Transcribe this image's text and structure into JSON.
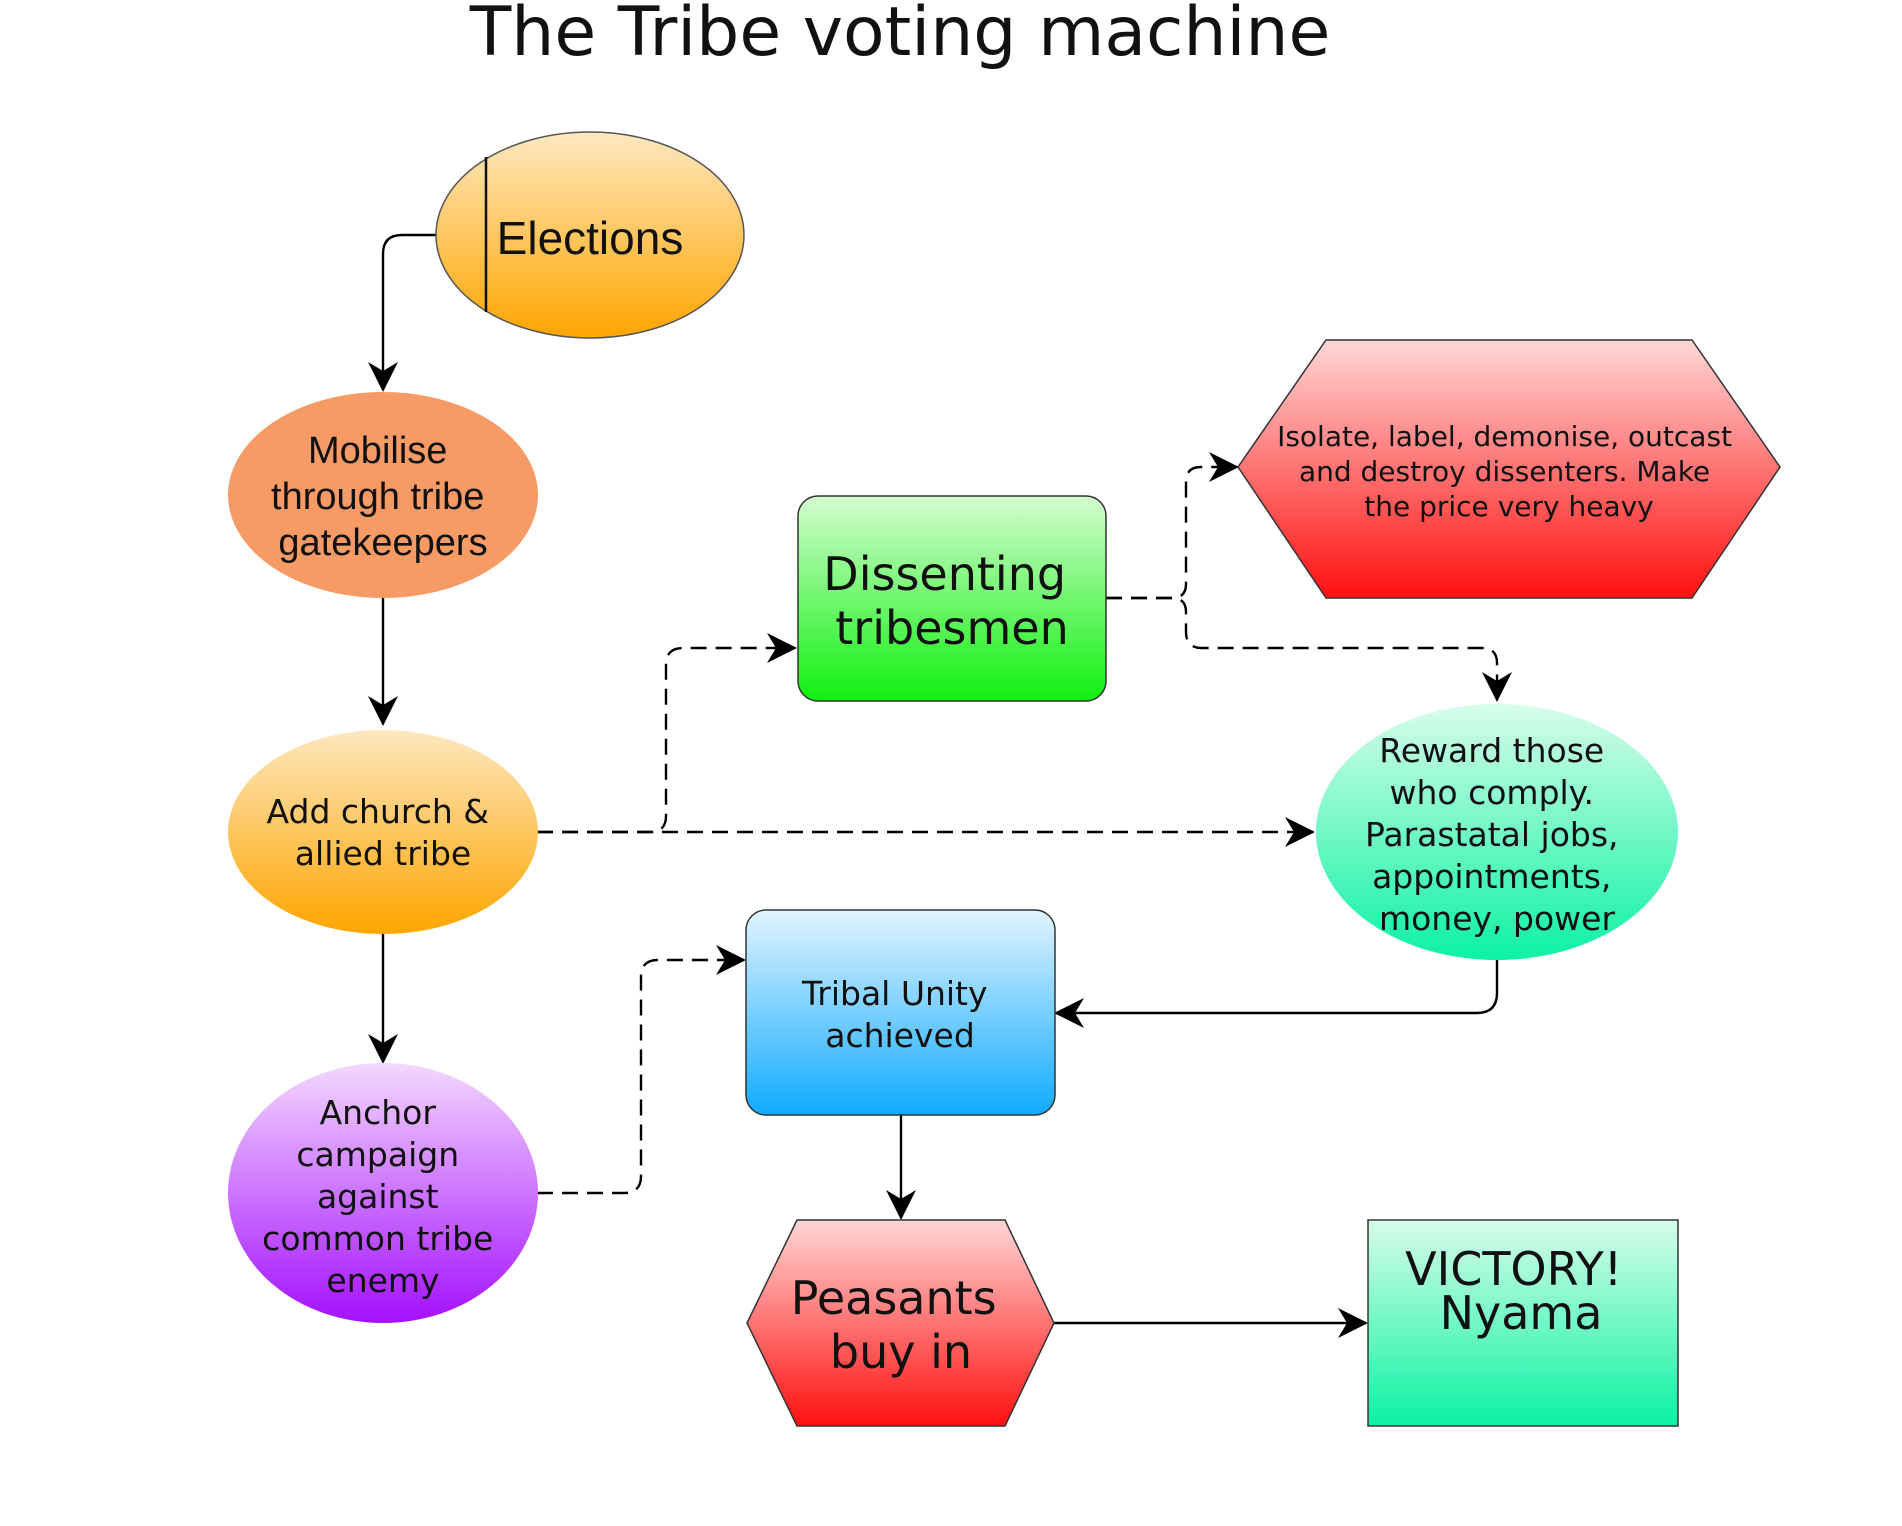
{
  "title": "The Tribe voting machine",
  "nodes": {
    "elections": {
      "lines": [
        "Elections"
      ]
    },
    "mobilise": {
      "lines": [
        "Mobilise",
        "through tribe",
        "gatekeepers"
      ]
    },
    "add_church": {
      "lines": [
        "Add church &",
        "allied tribe"
      ]
    },
    "anchor": {
      "lines": [
        "Anchor",
        "campaign",
        "against",
        "common tribe",
        "enemy"
      ]
    },
    "dissenting": {
      "lines": [
        "Dissenting",
        "tribesmen"
      ]
    },
    "isolate": {
      "lines": [
        "Isolate, label, demonise, outcast",
        "and destroy dissenters. Make",
        "the price very heavy"
      ]
    },
    "reward": {
      "lines": [
        "Reward those",
        "who comply.",
        "Parastatal jobs,",
        "appointments,",
        "money, power"
      ]
    },
    "unity": {
      "lines": [
        "Tribal Unity",
        "achieved"
      ]
    },
    "peasants": {
      "lines": [
        "Peasants",
        "buy in"
      ]
    },
    "victory": {
      "lines": [
        "VICTORY!",
        "",
        "Nyama"
      ]
    }
  },
  "colors": {
    "orange_top": "#fde8c0",
    "orange_bottom": "#ffa500",
    "salmon": "#f79b66",
    "green_top": "#d4fcd0",
    "green_bottom": "#10f010",
    "red_top": "#ffd6d6",
    "red_bottom": "#ff1010",
    "teal_top": "#d8fcec",
    "teal_bottom": "#0cf2a2",
    "blue_top": "#e2f4ff",
    "blue_bottom": "#10aaff",
    "purple_top": "#f4d8ff",
    "purple_bottom": "#a410ff"
  }
}
